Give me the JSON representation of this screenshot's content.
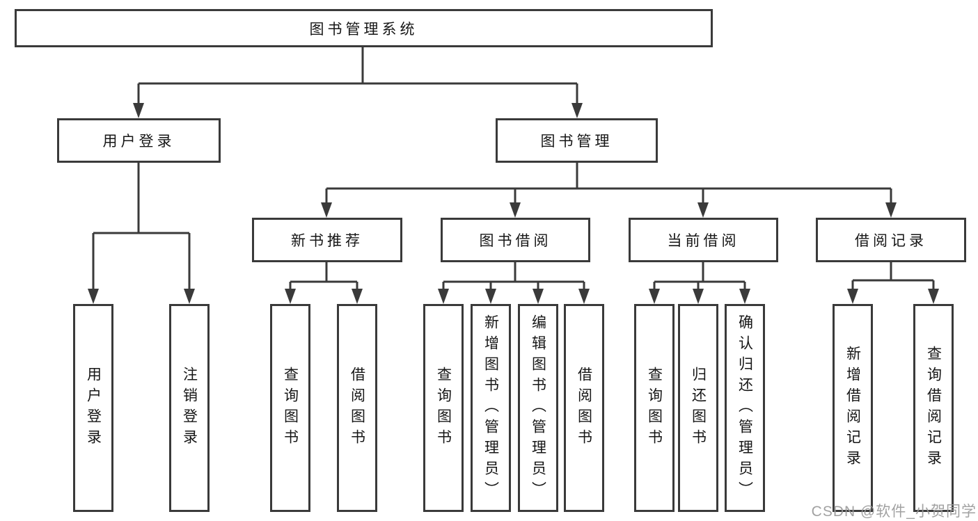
{
  "style": {
    "line_color": "#3a3a3a",
    "text_color": "#161616",
    "watermark_color": "#9a9a9a",
    "background": "#ffffff"
  },
  "watermark": {
    "text": "CSDN @软件_小贺同学"
  },
  "tree": {
    "label": "图书管理系统",
    "children": [
      {
        "label": "用户登录",
        "children": [
          {
            "label": "用户登录"
          },
          {
            "label": "注销登录"
          }
        ]
      },
      {
        "label": "图书管理",
        "children": [
          {
            "label": "新书推荐",
            "children": [
              {
                "label": "查询图书"
              },
              {
                "label": "借阅图书"
              }
            ]
          },
          {
            "label": "图书借阅",
            "children": [
              {
                "label": "查询图书"
              },
              {
                "label": "新增图书（管理员）"
              },
              {
                "label": "编辑图书（管理员）"
              },
              {
                "label": "借阅图书"
              }
            ]
          },
          {
            "label": "当前借阅",
            "children": [
              {
                "label": "查询图书"
              },
              {
                "label": "归还图书"
              },
              {
                "label": "确认归还（管理员）"
              }
            ]
          },
          {
            "label": "借阅记录",
            "children": [
              {
                "label": "新增借阅记录"
              },
              {
                "label": "查询借阅记录"
              }
            ]
          }
        ]
      }
    ]
  }
}
